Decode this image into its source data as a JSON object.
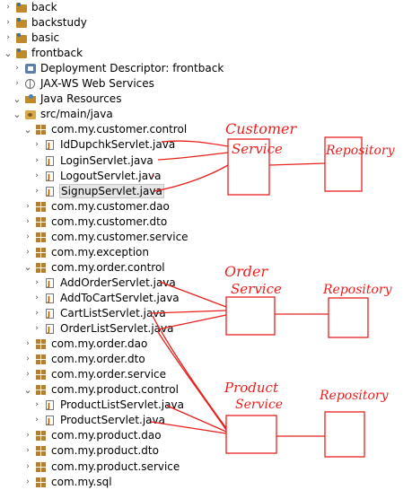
{
  "tree": {
    "items": [
      {
        "label": "back",
        "depth": 0,
        "expanded": false,
        "icon": "project-icon"
      },
      {
        "label": "backstudy",
        "depth": 0,
        "expanded": false,
        "icon": "project-icon"
      },
      {
        "label": "basic",
        "depth": 0,
        "expanded": false,
        "icon": "project-icon"
      },
      {
        "label": "frontback",
        "depth": 0,
        "expanded": true,
        "icon": "project-icon"
      },
      {
        "label": "Deployment Descriptor: frontback",
        "depth": 1,
        "expanded": false,
        "icon": "deployment-descriptor-icon"
      },
      {
        "label": "JAX-WS Web Services",
        "depth": 1,
        "expanded": false,
        "icon": "web-services-icon"
      },
      {
        "label": "Java Resources",
        "depth": 1,
        "expanded": true,
        "icon": "java-resources-icon"
      },
      {
        "label": "src/main/java",
        "depth": 2,
        "expanded": true,
        "icon": "source-folder-icon"
      },
      {
        "label": "com.my.customer.control",
        "depth": 3,
        "expanded": true,
        "icon": "package-icon"
      },
      {
        "label": "IdDupchkServlet.java",
        "depth": 4,
        "expanded": false,
        "icon": "java-file-icon"
      },
      {
        "label": "LoginServlet.java",
        "depth": 4,
        "expanded": false,
        "icon": "java-file-icon"
      },
      {
        "label": "LogoutServlet.java",
        "depth": 4,
        "expanded": false,
        "icon": "java-file-icon"
      },
      {
        "label": "SignupServlet.java",
        "depth": 4,
        "expanded": false,
        "icon": "java-file-icon",
        "selected": true
      },
      {
        "label": "com.my.customer.dao",
        "depth": 3,
        "expanded": false,
        "icon": "package-icon"
      },
      {
        "label": "com.my.customer.dto",
        "depth": 3,
        "expanded": false,
        "icon": "package-icon"
      },
      {
        "label": "com.my.customer.service",
        "depth": 3,
        "expanded": false,
        "icon": "package-icon"
      },
      {
        "label": "com.my.exception",
        "depth": 3,
        "expanded": false,
        "icon": "package-icon"
      },
      {
        "label": "com.my.order.control",
        "depth": 3,
        "expanded": true,
        "icon": "package-icon"
      },
      {
        "label": "AddOrderServlet.java",
        "depth": 4,
        "expanded": false,
        "icon": "java-file-icon"
      },
      {
        "label": "AddToCartServlet.java",
        "depth": 4,
        "expanded": false,
        "icon": "java-file-icon"
      },
      {
        "label": "CartListServlet.java",
        "depth": 4,
        "expanded": false,
        "icon": "java-file-icon"
      },
      {
        "label": "OrderListServlet.java",
        "depth": 4,
        "expanded": false,
        "icon": "java-file-icon"
      },
      {
        "label": "com.my.order.dao",
        "depth": 3,
        "expanded": false,
        "icon": "package-icon"
      },
      {
        "label": "com.my.order.dto",
        "depth": 3,
        "expanded": false,
        "icon": "package-icon"
      },
      {
        "label": "com.my.order.service",
        "depth": 3,
        "expanded": false,
        "icon": "package-icon"
      },
      {
        "label": "com.my.product.control",
        "depth": 3,
        "expanded": true,
        "icon": "package-icon"
      },
      {
        "label": "ProductListServlet.java",
        "depth": 4,
        "expanded": false,
        "icon": "java-file-icon"
      },
      {
        "label": "ProductServlet.java",
        "depth": 4,
        "expanded": false,
        "icon": "java-file-icon"
      },
      {
        "label": "com.my.product.dao",
        "depth": 3,
        "expanded": false,
        "icon": "package-icon"
      },
      {
        "label": "com.my.product.dto",
        "depth": 3,
        "expanded": false,
        "icon": "package-icon"
      },
      {
        "label": "com.my.product.service",
        "depth": 3,
        "expanded": false,
        "icon": "package-icon"
      },
      {
        "label": "com.my.sql",
        "depth": 3,
        "expanded": false,
        "icon": "package-icon"
      }
    ]
  },
  "annotations": {
    "ink_color": "#e8201e",
    "customer_line1": "Customer",
    "customer_line2": "Service",
    "customer_repo": "Repository",
    "order_line1": "Order",
    "order_line2": "Service",
    "order_repo": "Repository",
    "product_line1": "Product",
    "product_line2": "Service",
    "product_repo": "Repository"
  },
  "colors": {
    "selection_bg": "#e6e6e6",
    "background": "#ffffff"
  }
}
